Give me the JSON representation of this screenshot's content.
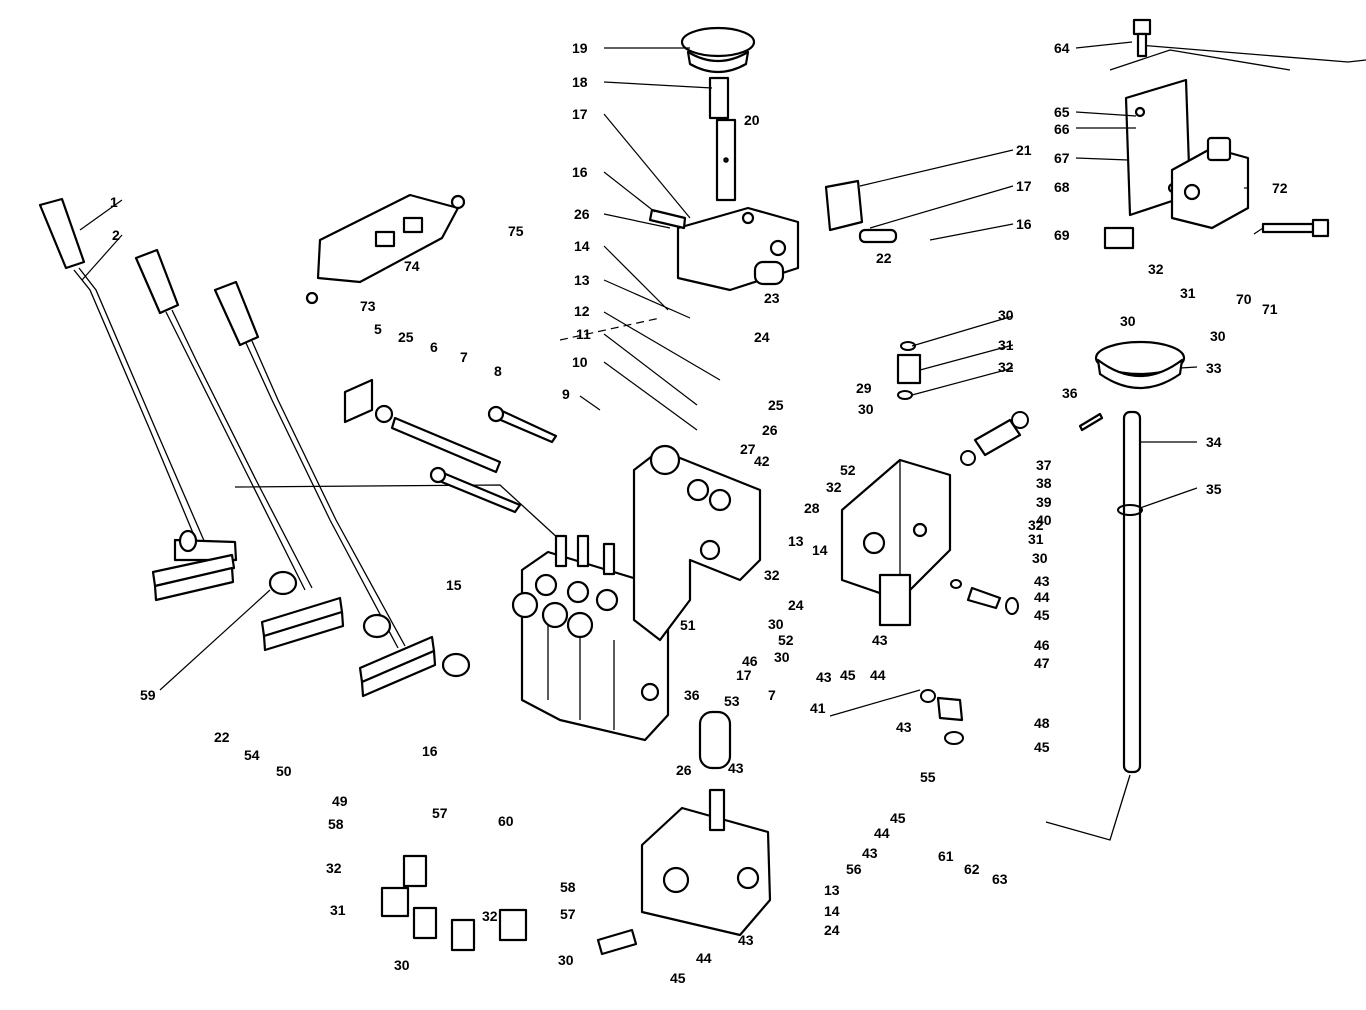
{
  "callouts": [
    {
      "id": "c1",
      "text": "1"
    },
    {
      "id": "c2",
      "text": "2"
    },
    {
      "id": "c59",
      "text": "59"
    },
    {
      "id": "c5",
      "text": "5"
    },
    {
      "id": "c25a",
      "text": "25"
    },
    {
      "id": "c6",
      "text": "6"
    },
    {
      "id": "c7a",
      "text": "7"
    },
    {
      "id": "c8",
      "text": "8"
    },
    {
      "id": "c9",
      "text": "9"
    },
    {
      "id": "c10",
      "text": "10"
    },
    {
      "id": "c11",
      "text": "11"
    },
    {
      "id": "c12",
      "text": "12"
    },
    {
      "id": "c13a",
      "text": "13"
    },
    {
      "id": "c14a",
      "text": "14"
    },
    {
      "id": "c26a",
      "text": "26"
    },
    {
      "id": "c16a",
      "text": "16"
    },
    {
      "id": "c17a",
      "text": "17"
    },
    {
      "id": "c18",
      "text": "18"
    },
    {
      "id": "c19",
      "text": "19"
    },
    {
      "id": "c20",
      "text": "20"
    },
    {
      "id": "c21",
      "text": "21"
    },
    {
      "id": "c17b",
      "text": "17"
    },
    {
      "id": "c16b",
      "text": "16"
    },
    {
      "id": "c22a",
      "text": "22"
    },
    {
      "id": "c23",
      "text": "23"
    },
    {
      "id": "c24a",
      "text": "24"
    },
    {
      "id": "c25b",
      "text": "25"
    },
    {
      "id": "c26b",
      "text": "26"
    },
    {
      "id": "c29",
      "text": "29"
    },
    {
      "id": "c30a",
      "text": "30"
    },
    {
      "id": "c27",
      "text": "27"
    },
    {
      "id": "c42",
      "text": "42"
    },
    {
      "id": "c52a",
      "text": "52"
    },
    {
      "id": "c32a",
      "text": "32"
    },
    {
      "id": "c28",
      "text": "28"
    },
    {
      "id": "c74",
      "text": "74"
    },
    {
      "id": "c73",
      "text": "73"
    },
    {
      "id": "c75",
      "text": "75"
    },
    {
      "id": "c15",
      "text": "15"
    },
    {
      "id": "c13b",
      "text": "13"
    },
    {
      "id": "c14b",
      "text": "14"
    },
    {
      "id": "c24b",
      "text": "24"
    },
    {
      "id": "c32b",
      "text": "32"
    },
    {
      "id": "c51",
      "text": "51"
    },
    {
      "id": "c46a",
      "text": "46"
    },
    {
      "id": "c30b",
      "text": "30"
    },
    {
      "id": "c52b",
      "text": "52"
    },
    {
      "id": "c30c",
      "text": "30"
    },
    {
      "id": "c17c",
      "text": "17"
    },
    {
      "id": "c22b",
      "text": "22"
    },
    {
      "id": "c54",
      "text": "54"
    },
    {
      "id": "c50",
      "text": "50"
    },
    {
      "id": "c49",
      "text": "49"
    },
    {
      "id": "c16c",
      "text": "16"
    },
    {
      "id": "c36a",
      "text": "36"
    },
    {
      "id": "c53",
      "text": "53"
    },
    {
      "id": "c7b",
      "text": "7"
    },
    {
      "id": "c26c",
      "text": "26"
    },
    {
      "id": "c43a",
      "text": "43"
    },
    {
      "id": "c60",
      "text": "60"
    },
    {
      "id": "c58a",
      "text": "58"
    },
    {
      "id": "c57a",
      "text": "57"
    },
    {
      "id": "c32c",
      "text": "32"
    },
    {
      "id": "c31a",
      "text": "31"
    },
    {
      "id": "c30d",
      "text": "30"
    },
    {
      "id": "c32d",
      "text": "32"
    },
    {
      "id": "c58b",
      "text": "58"
    },
    {
      "id": "c57b",
      "text": "57"
    },
    {
      "id": "c30e",
      "text": "30"
    },
    {
      "id": "c56",
      "text": "56"
    },
    {
      "id": "c13c",
      "text": "13"
    },
    {
      "id": "c14c",
      "text": "14"
    },
    {
      "id": "c24c",
      "text": "24"
    },
    {
      "id": "c43b",
      "text": "43"
    },
    {
      "id": "c44a",
      "text": "44"
    },
    {
      "id": "c45a",
      "text": "45"
    },
    {
      "id": "c41",
      "text": "41"
    },
    {
      "id": "c43c",
      "text": "43"
    },
    {
      "id": "c55",
      "text": "55"
    },
    {
      "id": "c45b",
      "text": "45"
    },
    {
      "id": "c44b",
      "text": "44"
    },
    {
      "id": "c43d",
      "text": "43"
    },
    {
      "id": "c45c",
      "text": "45"
    },
    {
      "id": "c44c",
      "text": "44"
    },
    {
      "id": "c43e",
      "text": "43"
    },
    {
      "id": "c30f",
      "text": "30"
    },
    {
      "id": "c31b",
      "text": "31"
    },
    {
      "id": "c32e",
      "text": "32"
    },
    {
      "id": "c37",
      "text": "37"
    },
    {
      "id": "c38",
      "text": "38"
    },
    {
      "id": "c39",
      "text": "39"
    },
    {
      "id": "c40",
      "text": "40"
    },
    {
      "id": "c32f",
      "text": "32"
    },
    {
      "id": "c31c",
      "text": "31"
    },
    {
      "id": "c30g",
      "text": "30"
    },
    {
      "id": "c43f",
      "text": "43"
    },
    {
      "id": "c44d",
      "text": "44"
    },
    {
      "id": "c45d",
      "text": "45"
    },
    {
      "id": "c46b",
      "text": "46"
    },
    {
      "id": "c47",
      "text": "47"
    },
    {
      "id": "c48",
      "text": "48"
    },
    {
      "id": "c45e",
      "text": "45"
    },
    {
      "id": "c43g",
      "text": "43"
    },
    {
      "id": "c64",
      "text": "64"
    },
    {
      "id": "c65",
      "text": "65"
    },
    {
      "id": "c66",
      "text": "66"
    },
    {
      "id": "c67",
      "text": "67"
    },
    {
      "id": "c68",
      "text": "68"
    },
    {
      "id": "c69",
      "text": "69"
    },
    {
      "id": "c72",
      "text": "72"
    },
    {
      "id": "c32g",
      "text": "32"
    },
    {
      "id": "c31d",
      "text": "31"
    },
    {
      "id": "c70",
      "text": "70"
    },
    {
      "id": "c71",
      "text": "71"
    },
    {
      "id": "c30h",
      "text": "30"
    },
    {
      "id": "c30i",
      "text": "30"
    },
    {
      "id": "c33",
      "text": "33"
    },
    {
      "id": "c36b",
      "text": "36"
    },
    {
      "id": "c34",
      "text": "34"
    },
    {
      "id": "c35",
      "text": "35"
    },
    {
      "id": "c61",
      "text": "61"
    },
    {
      "id": "c62",
      "text": "62"
    },
    {
      "id": "c63",
      "text": "63"
    }
  ]
}
